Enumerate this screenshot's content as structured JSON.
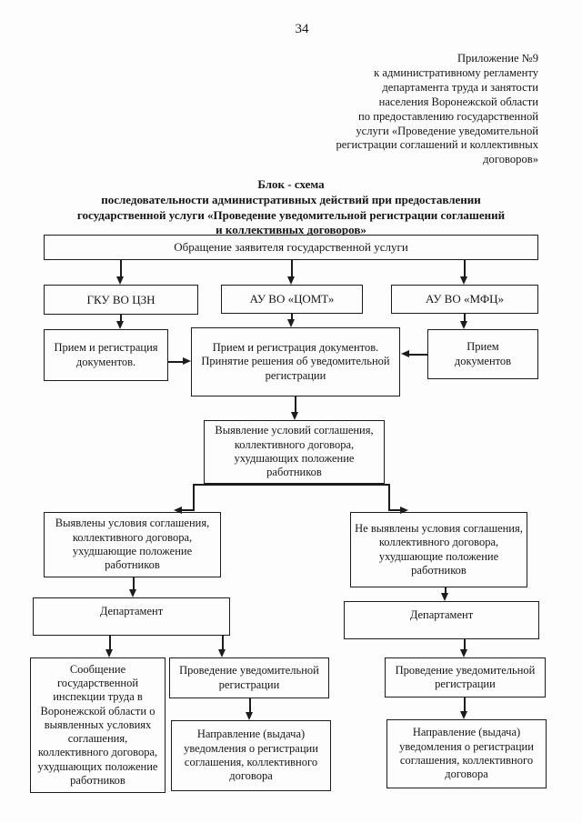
{
  "page": {
    "number": "34"
  },
  "header": {
    "lines": [
      "Приложение №9",
      "к административному регламенту",
      "департамента труда и занятости",
      "населения Воронежской области",
      "по предоставлению государственной",
      "услуги «Проведение уведомительной",
      "регистрации соглашений и коллективных",
      "договоров»"
    ]
  },
  "title": {
    "lines": [
      "Блок - схема",
      "последовательности административных действий при предоставлении",
      "государственной услуги «Проведение уведомительной регистрации соглашений",
      "и коллективных договоров»"
    ]
  },
  "flowchart": {
    "boxes": {
      "obrashchenie": "Обращение заявителя государственной услуги",
      "gku": "ГКУ ВО ЦЗН",
      "comt": "АУ ВО «ЦОМТ»",
      "mfc": "АУ ВО «МФЦ»",
      "priem_reg": "Прием и регистрация документов.",
      "priem_reg_reshenie": "Прием и регистрация документов. Принятие решения об уведомительной регистрации",
      "priem_dok": "Прием документов",
      "vyyavlenie": "Выявление условий соглашения, коллективного договора, ухудшающих положение работников",
      "vyyavleny": "Выявлены условия соглашения, коллективного договора, ухудшающие положение работников",
      "ne_vyyavleny": "Не выявлены условия соглашения, коллективного договора, ухудшающие положение работников",
      "departament_left": "Департамент",
      "departament_right": "Департамент",
      "soobshchenie": "Сообщение государственной инспекции труда в Воронежской области о выявленных условиях соглашения, коллективного договора, ухудшающих положение работников",
      "provedenie_left": "Проведение уведомительной регистрации",
      "napravlenie_left": "Направление (выдача) уведомления о регистрации соглашения, коллективного договора",
      "provedenie_right": "Проведение уведомительной регистрации",
      "napravlenie_right": "Направление (выдача) уведомления о регистрации соглашения, коллективного договора"
    }
  }
}
